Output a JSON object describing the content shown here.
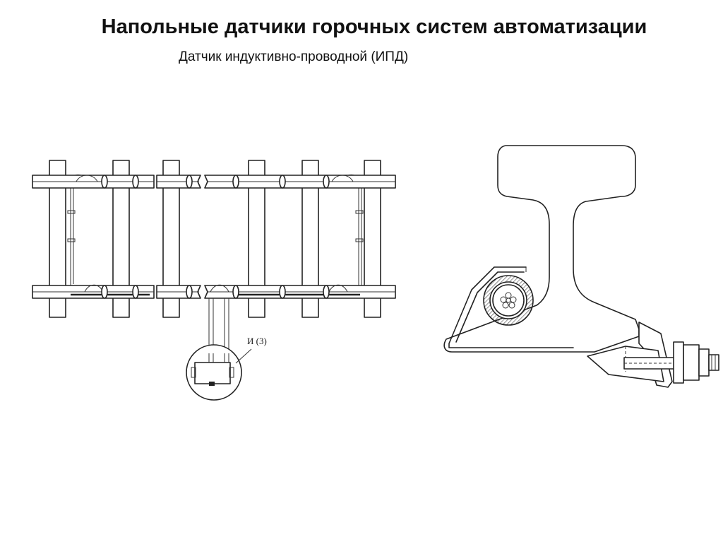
{
  "header": {
    "title": "Напольные датчики горочных систем автоматизации",
    "subtitle": "Датчик индуктивно-проводной (ИПД)"
  },
  "track_plan": {
    "callout_label": "И (3)"
  }
}
